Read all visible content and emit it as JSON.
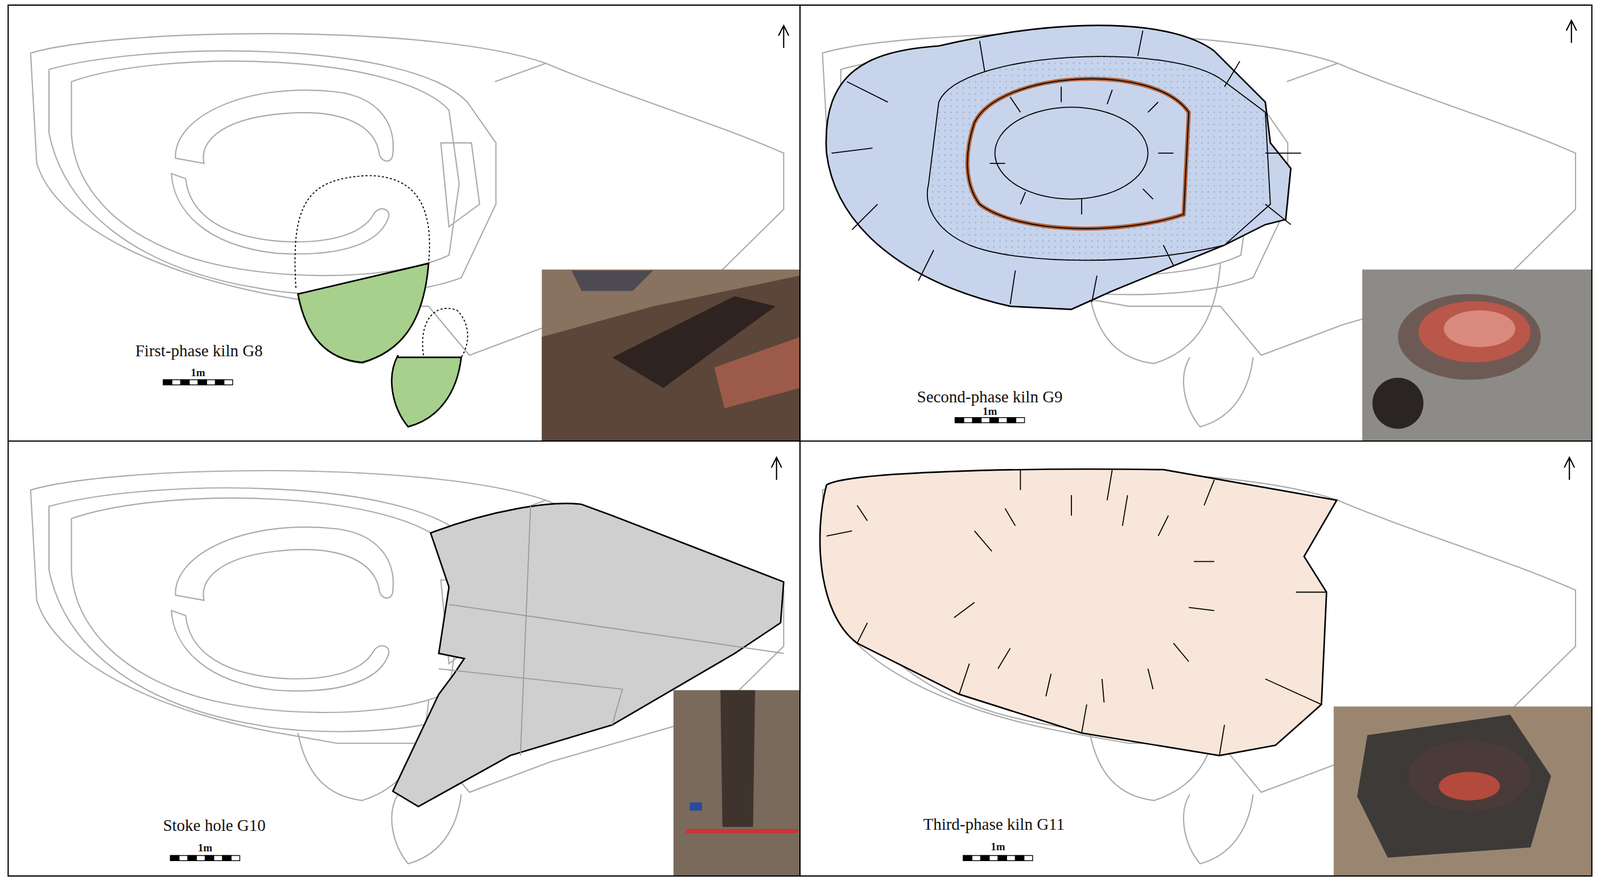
{
  "diagram": {
    "labels": [
      "First-phase kiln G8",
      "1m",
      "Second-phase kiln G9",
      "1m",
      "Stoke hole G10",
      "1m",
      "Third-phase kiln G11",
      "1m"
    ]
  }
}
